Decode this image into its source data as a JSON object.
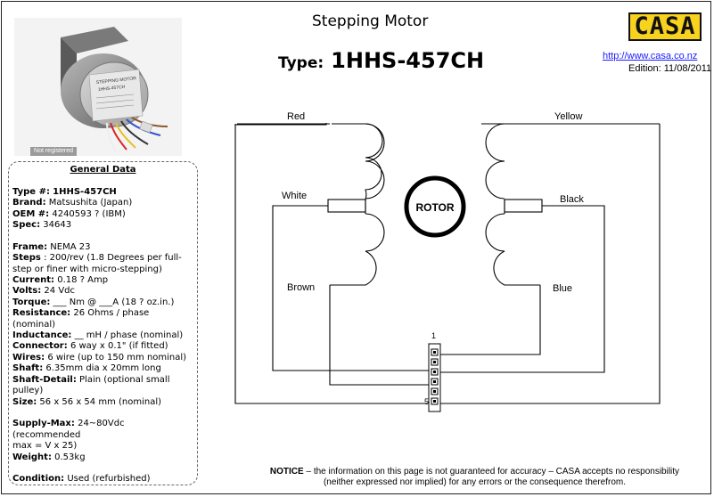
{
  "header": {
    "title": "Stepping Motor",
    "type_label": "Type:",
    "type_value": "1HHS-457CH"
  },
  "brand": {
    "logo_text": "CASA",
    "logo_color": "#f7d21e",
    "url": "http://www.casa.co.nz",
    "edition": "Edition: 11/08/2011"
  },
  "photo": {
    "label_top": "STEPPING MOTOR",
    "label_model": "1HHS-457CH",
    "watermark": "Not registered"
  },
  "general": {
    "title": "General Data",
    "rows": [
      {
        "label": "Type #:",
        "value": "1HHS-457CH",
        "value_bold": true
      },
      {
        "label": "Brand:",
        "value": "Matsushita (Japan)"
      },
      {
        "label": "OEM #:",
        "value": "4240593 ? (IBM)"
      },
      {
        "label": "Spec:",
        "value": "34643"
      },
      {
        "gap": true
      },
      {
        "label": "Frame:",
        "value": "NEMA 23"
      },
      {
        "label": "Steps",
        "value": ": 200/rev (1.8 Degrees per full-"
      },
      {
        "label": "",
        "value": "step or finer with micro-stepping)"
      },
      {
        "label": "Current:",
        "value": "0.18 ? Amp"
      },
      {
        "label": "Volts:",
        "value": "24 Vdc"
      },
      {
        "label": "Torque:",
        "value": "___ Nm @ ___A (18 ? oz.in.)"
      },
      {
        "label": "Resistance:",
        "value": "26 Ohms / phase (nominal)"
      },
      {
        "label": "Inductance:",
        "value": "__ mH / phase (nominal)"
      },
      {
        "label": "Connector:",
        "value": "6 way x 0.1\" (if fitted)"
      },
      {
        "label": "Wires:",
        "value": "6 wire (up to 150 mm nominal)"
      },
      {
        "label": "Shaft:",
        "value": "6.35mm dia x 20mm long"
      },
      {
        "label": "Shaft-Detail:",
        "value": "Plain (optional small"
      },
      {
        "label": "",
        "value": "pulley)"
      },
      {
        "label": "Size:",
        "value": "56 x 56 x 54 mm (nominal)"
      },
      {
        "gap": true
      },
      {
        "label": "Supply-Max:",
        "value": "24~80Vdc (recommended"
      },
      {
        "label": "",
        "value": "max = V x 25)"
      },
      {
        "label": "Weight:",
        "value": "0.53kg"
      },
      {
        "gap": true
      },
      {
        "label": "Condition:",
        "value": "Used (refurbished)"
      }
    ]
  },
  "diagram": {
    "rotor_label": "ROTOR",
    "wires": {
      "red": "Red",
      "white": "White",
      "brown": "Brown",
      "yellow": "Yellow",
      "black": "Black",
      "blue": "Blue"
    },
    "pin_first": "1",
    "pin_last": "5"
  },
  "notice": {
    "label": "NOTICE",
    "line1": " – the information on this page is not guaranteed for accuracy – CASA accepts no responsibility",
    "line2": "(neither expressed nor implied) for any errors or the consequence therefrom."
  }
}
